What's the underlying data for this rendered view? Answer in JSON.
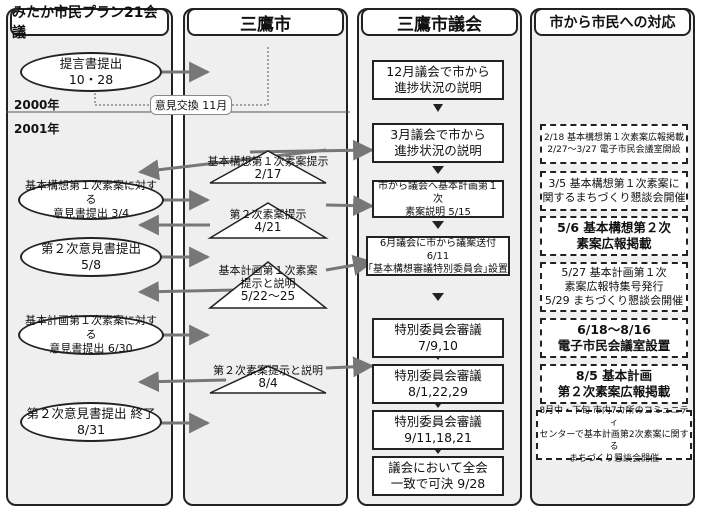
{
  "columns": {
    "citizens": "みたか市民プラン21会議",
    "city": "三鷹市",
    "assembly": "三鷹市議会",
    "response": "市から市民への対応"
  },
  "years": {
    "y2000": "2000年",
    "y2001": "2001年"
  },
  "exchange": "意見交換 11月",
  "citizens_items": [
    {
      "l1": "提言書提出",
      "l2": "10・28"
    },
    {
      "l1": "基本構想第１次素案に対する",
      "l2": "意見書提出 3/4"
    },
    {
      "l1": "第２次意見書提出",
      "l2": "5/8"
    },
    {
      "l1": "基本計画第１次素案に対する",
      "l2": "意見書提出 6/30"
    },
    {
      "l1": "第２次意見書提出 終了",
      "l2": "8/31"
    }
  ],
  "city_items": [
    {
      "l1": "基本構想第１次素案提示",
      "l2": "2/17"
    },
    {
      "l1": "第２次素案提示",
      "l2": "4/21"
    },
    {
      "l1": "基本計画第１次素案",
      "l2": "提示と説明",
      "l3": "5/22～25"
    },
    {
      "l1": "第２次素案提示と説明",
      "l2": "8/4"
    }
  ],
  "assembly_items": [
    {
      "l1": "12月議会で市から",
      "l2": "進捗状況の説明"
    },
    {
      "l1": "3月議会で市から",
      "l2": "進捗状況の説明"
    },
    {
      "l1": "市から議会へ基本計画第１次",
      "l2": "素案説明 5/15"
    },
    {
      "l1": "6月議会に市から議案送付 6/11",
      "l2": "｢基本構想審議特別委員会｣設置"
    },
    {
      "l1": "特別委員会審議",
      "l2": "7/9,10"
    },
    {
      "l1": "特別委員会審議",
      "l2": "8/1,22,29"
    },
    {
      "l1": "特別委員会審議",
      "l2": "9/11,18,21"
    },
    {
      "l1": "議会において全会",
      "l2": "一致で可決 9/28"
    }
  ],
  "response_items": [
    {
      "l1": "2/18 基本構想第１次素案広報掲載",
      "l2": "2/27～3/27 電子市民会議室開設"
    },
    {
      "l1": "3/5 基本構想第１次素案に",
      "l2": "関するまちづくり懇談会開催"
    },
    {
      "l1": "5/6 基本構想第２次",
      "l2": "素案広報掲載"
    },
    {
      "l1": "5/27 基本計画第１次",
      "l2": "素案広報特集号発行",
      "l3": "5/29 まちづくり懇談会開催"
    },
    {
      "l1": "6/18～8/16",
      "l2": "電子市民会議室設置"
    },
    {
      "l1": "8/5 基本計画",
      "l2": "第２次素案広報掲載"
    },
    {
      "l1": "8月中・下旬 市内7カ所のコミュニティ",
      "l2": "センターで基本計画第2次素案に関する",
      "l3": "まちづくり懇談会開催"
    }
  ]
}
